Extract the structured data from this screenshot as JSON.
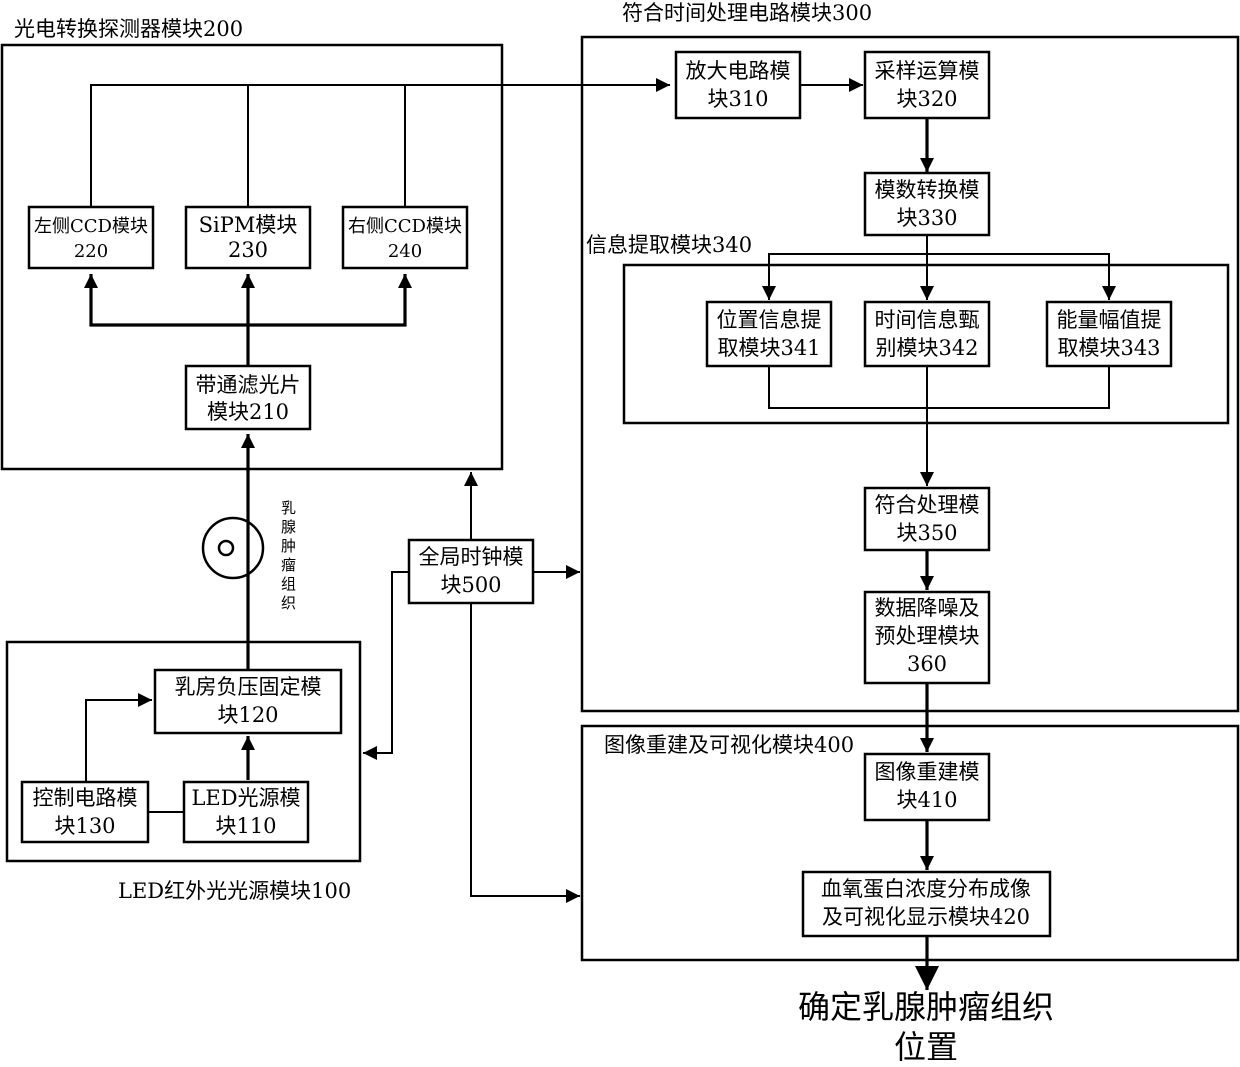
{
  "groups": {
    "detector": "光电转换探测器模块200",
    "coincidence": "符合时间处理电路模块300",
    "extraction": "信息提取模块340",
    "reconstruction": "图像重建及可视化模块400",
    "led_source": "LED红外光光源模块100"
  },
  "boxes": {
    "ccd_left": [
      "左侧CCD模块",
      "220"
    ],
    "sipm": [
      "SiPM模块",
      "230"
    ],
    "ccd_right": [
      "右侧CCD模块",
      "240"
    ],
    "bandpass": [
      "带通滤光片",
      "模块210"
    ],
    "amplifier": [
      "放大电路模",
      "块310"
    ],
    "sampling": [
      "采样运算模",
      "块320"
    ],
    "adc": [
      "模数转换模",
      "块330"
    ],
    "position": [
      "位置信息提",
      "取模块341"
    ],
    "time": [
      "时间信息甄",
      "别模块342"
    ],
    "energy": [
      "能量幅值提",
      "取模块343"
    ],
    "coincidence_proc": [
      "符合处理模",
      "块350"
    ],
    "denoise": [
      "数据降噪及",
      "预处理模块",
      "360"
    ],
    "global_clock": [
      "全局时钟模",
      "块500"
    ],
    "breast_fix": [
      "乳房负压固定模",
      "块120"
    ],
    "control": [
      "控制电路模",
      "块130"
    ],
    "led": [
      "LED光源模",
      "块110"
    ],
    "recon": [
      "图像重建模",
      "块410"
    ],
    "hemoglobin": [
      "血氧蛋白浓度分布成像",
      "及可视化显示模块420"
    ]
  },
  "tissue_label": "乳腺肿瘤组织",
  "output_label": [
    "确定乳腺肿瘤组织",
    "位置"
  ]
}
